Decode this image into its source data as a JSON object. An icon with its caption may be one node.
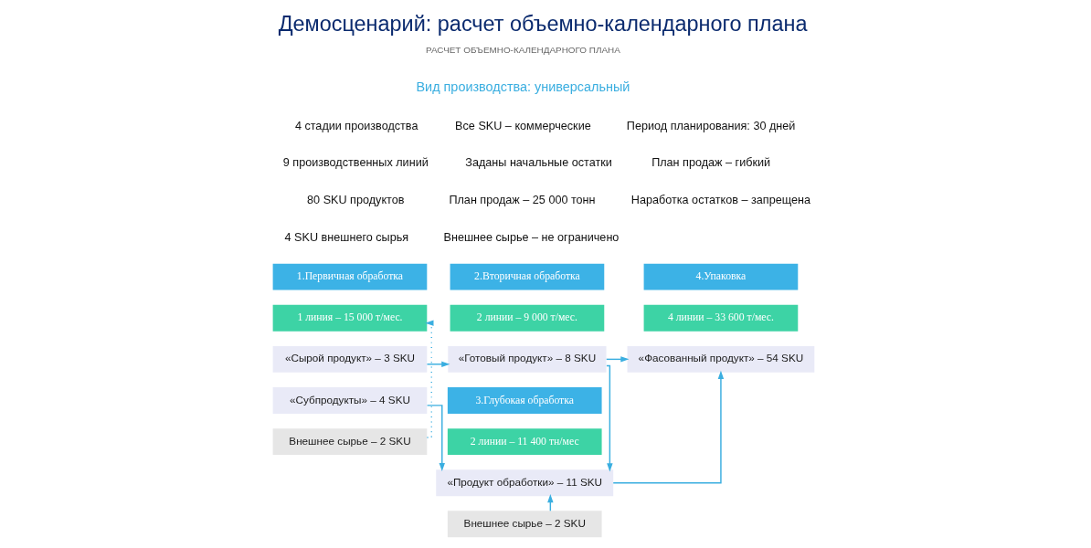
{
  "diagram": {
    "title": "Демосценарий: расчет объемно-календарного плана",
    "nodes": [
      {
        "text": [
          "1.Первичная обработка"
        ]
      },
      {
        "text": [
          "2.Вторичная обработка"
        ]
      },
      {
        "text": [
          "4.Упаковка"
        ]
      },
      {
        "text": [
          "1 линия – 15 000 т/мес."
        ]
      },
      {
        "text": [
          "2 линии – 9 000 т/мес."
        ]
      },
      {
        "text": [
          "4 линии – 33 600 т/мес."
        ]
      },
      {
        "text": [
          "«Сырой продукт» – 3 SKU"
        ]
      },
      {
        "text": [
          "«Готовый продукт» – 8 SKU"
        ]
      },
      {
        "text": [
          "«Фасованный продукт» – 54 SKU"
        ]
      },
      {
        "text": [
          "3.Глубокая обработка"
        ]
      },
      {
        "text": [
          "«Субпродукты» – 4 SKU"
        ]
      },
      {
        "text": [
          "2 линии – 11 400 тн/мес"
        ]
      },
      {
        "text": [
          "Внешнее сырье – 2 SKU"
        ]
      },
      {
        "text": [
          "«Продукт обработки» – 11 SKU"
        ]
      },
      {
        "text": [
          "Внешнее сырье – 2 SKU"
        ]
      }
    ],
    "edges": [
      {
        "from": 6,
        "to": 7,
        "arrow": "to"
      },
      {
        "from": 7,
        "to": 8,
        "arrow": "to"
      },
      {
        "from": 7,
        "to": 13,
        "arrow": "to"
      },
      {
        "from": 10,
        "to": 13,
        "arrow": "to"
      },
      {
        "from": 13,
        "to": 8,
        "arrow": "to"
      },
      {
        "from": 14,
        "to": 13,
        "arrow": "to"
      },
      {
        "from": 12,
        "to": 3,
        "arrow": "to",
        "style": "dashed"
      }
    ],
    "labels": [
      "РАСЧЕТ ОБЪЕМНО-КАЛЕНДАРНОГО ПЛАНА",
      "Вид производства: универсальный",
      "4 стадии производства",
      "9 производственных линий",
      "80 SKU продуктов",
      "4 SKU внешнего сырья",
      "Все SKU – коммерческие",
      "Заданы начальные остатки",
      "План продаж – 25 000 тонн",
      "Внешнее сырье – не ограничено",
      "Период планирования: 30 дней",
      "План продаж – гибкий",
      "Наработка остатков – запрещена"
    ]
  }
}
